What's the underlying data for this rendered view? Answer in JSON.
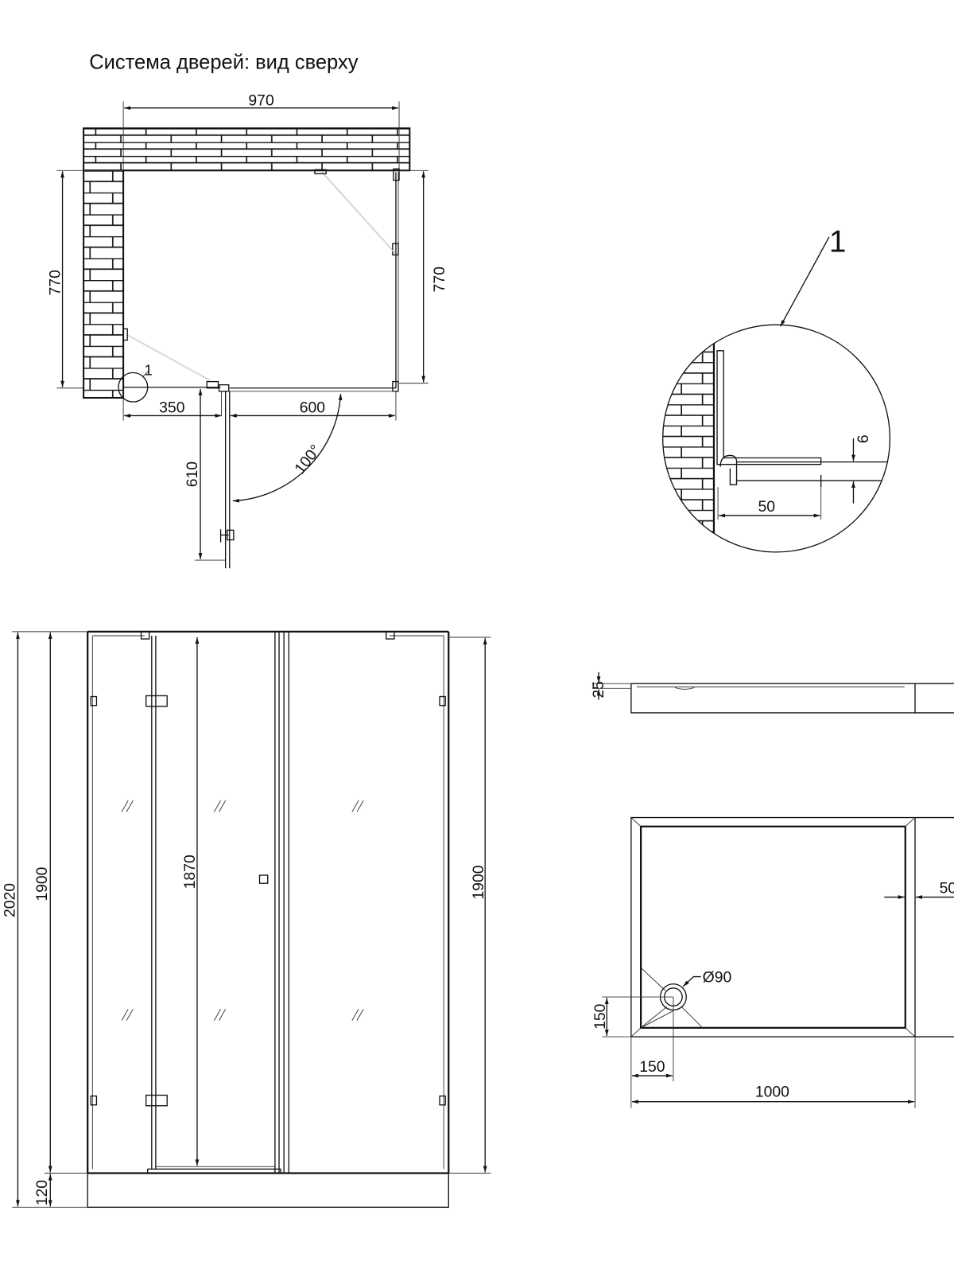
{
  "top_view": {
    "title": "Система дверей: вид сверху",
    "dim_width": "970",
    "dim_left_depth": "770",
    "dim_right_depth": "770",
    "dim_fixed": "350",
    "dim_door": "600",
    "dim_door_open": "610",
    "door_angle": "100°",
    "detail_callout": "1"
  },
  "detail": {
    "label": "1",
    "dim_gap": "6",
    "dim_profile": "50"
  },
  "front_view": {
    "dim_total_height": "2020",
    "dim_glass_height_left": "1900",
    "dim_base": "120",
    "dim_door_height": "1870",
    "dim_glass_height_right": "1900"
  },
  "tray": {
    "dim_rim": "25",
    "dim_border": "50",
    "dim_drain_diameter": "Ø90",
    "dim_drain_y": "150",
    "dim_drain_x": "150",
    "dim_length": "1000"
  },
  "colors": {
    "line": "#111111",
    "background": "#ffffff"
  }
}
